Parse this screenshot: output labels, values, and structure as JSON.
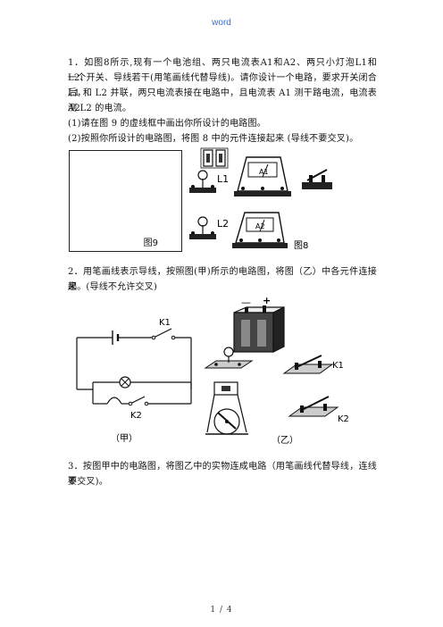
{
  "header": {
    "title": "word"
  },
  "q1": {
    "line1": "1．如图8所示,现有一个电池组、两只电流表A1和A2、两只小灯泡L1和L2、",
    "line2": "一个开关、导线若干(用笔画线代替导线)。请你设计一个电路，要求开关闭合后，",
    "line3": "L1 和 L2 并联，两只电流表接在电路中，且电流表 A1 测干路电流，电流表 A2",
    "line4": "测 L2 的电流。",
    "line5": "(1)请在图 9 的虚线框中画出你所设计的电路图。",
    "line6": "(2)按照你所设计的电路图，将图 8 中的元件连接起来 (导线不要交叉)。",
    "fig9_label": "图9",
    "fig8_label": "图8",
    "l1_label": "L1",
    "l2_label": "L2",
    "a1_label": "A1",
    "a2_label": "A2"
  },
  "q2": {
    "line1": "2．用笔画线表示导线，按照图(甲)所示的电路图，将图（乙）中各元件连接起",
    "line2": "来。(导线不允许交叉)",
    "k1_label": "K1",
    "k2_label": "K2",
    "k1_right": "K1",
    "k2_right": "K2",
    "fig_a_label": "（甲）",
    "fig_b_label": "（乙）",
    "minus": "—",
    "plus": "+"
  },
  "q3": {
    "line1": "3．按图甲中的电路图，将图乙中的实物连成电路（用笔画线代替导线，连线不",
    "line2": "要交叉)。"
  },
  "footer": {
    "page": "1 / 4"
  }
}
